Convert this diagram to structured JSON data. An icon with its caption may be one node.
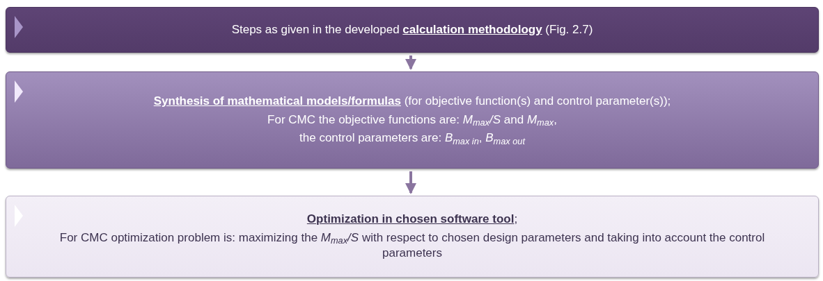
{
  "diagram": {
    "nodes": [
      {
        "text": [
          "Steps as given in the developed **calculation methodology** (Fig. 2.7)"
        ]
      },
      {
        "text": [
          "**Synthesis of mathematical models/formulas** (for objective function(s) and control parameter(s));",
          "For CMC the objective functions are: *M*$_{max}$*/S* and *M*$_{max}$,",
          "the control parameters are: *B*$_{max in}$, *B*$_{max out}$"
        ]
      },
      {
        "text": [
          "**Optimization in chosen software tool**;",
          "For CMC optimization problem is: maximizing the *M*$_{max}$*/S* with respect to chosen design parameters and taking into account the control parameters"
        ]
      }
    ],
    "edges": [
      {
        "from": 0,
        "to": 1,
        "arrow": "to"
      },
      {
        "from": 1,
        "to": 2,
        "arrow": "to"
      }
    ]
  }
}
